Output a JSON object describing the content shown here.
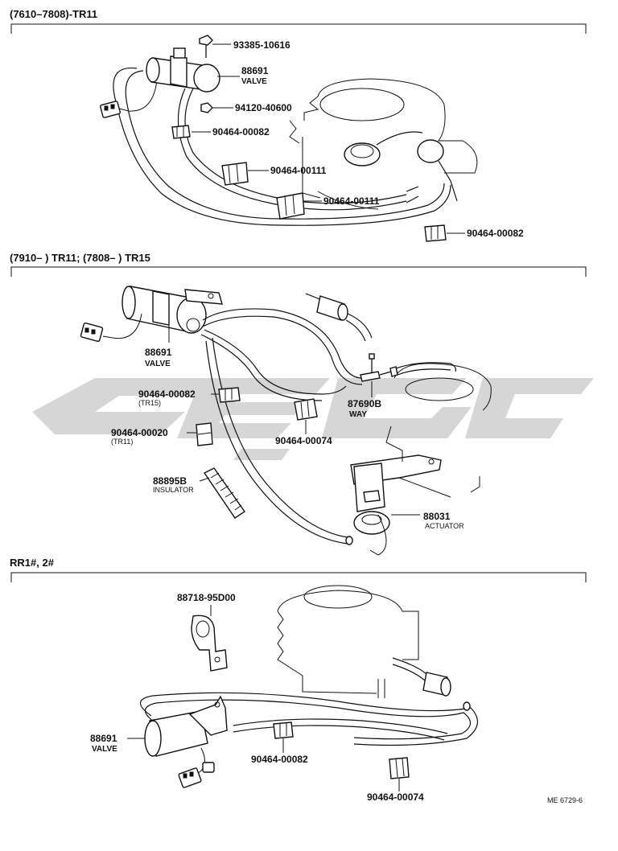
{
  "sections": [
    {
      "header": "(7610–7808)-TR11",
      "parts": [
        {
          "number": "93385-10616"
        },
        {
          "number": "88691",
          "name": "VALVE"
        },
        {
          "number": "94120-40600"
        },
        {
          "number": "90464-00082"
        },
        {
          "number": "90464-00111"
        },
        {
          "number": "90464-00111"
        },
        {
          "number": "90464-00082"
        }
      ]
    },
    {
      "header": "(7910–        ) TR11; (7808–        ) TR15",
      "parts": [
        {
          "number": "88691",
          "name": "VALVE"
        },
        {
          "number": "90464-00082",
          "note": "(TR15)"
        },
        {
          "number": "90464-00020",
          "note": "(TR11)"
        },
        {
          "number": "88895B",
          "name": "INSULATOR"
        },
        {
          "number": "90464-00074"
        },
        {
          "number": "87690B",
          "name": "WAY"
        },
        {
          "number": "88031",
          "name": "ACTUATOR"
        }
      ]
    },
    {
      "header": "RR1#, 2#",
      "parts": [
        {
          "number": "88718-95D00"
        },
        {
          "number": "88691",
          "name": "VALVE"
        },
        {
          "number": "90464-00082"
        },
        {
          "number": "90464-00074"
        }
      ]
    }
  ],
  "footer_code": "ME 6729-6"
}
